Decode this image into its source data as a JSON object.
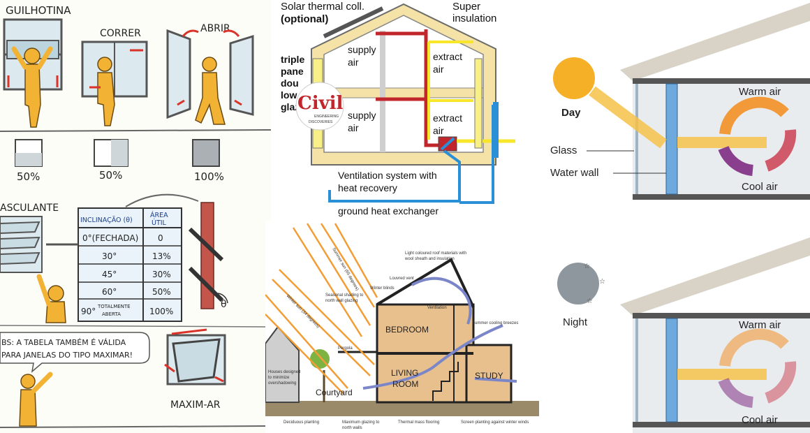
{
  "windows_panel": {
    "guilhotina": "GUILHOTINA",
    "correr": "CORRER",
    "abrir": "ABRIR",
    "pct_guilhotina": "50%",
    "pct_correr": "50%",
    "pct_abrir": "100%",
    "basculante": "ASCULANTE",
    "table": {
      "header_col1": "INCLINAÇÃO (θ)",
      "header_col2_line1": "ÁREA",
      "header_col2_line2": "ÚTIL",
      "rows": [
        {
          "angle": "0°(FECHADA)",
          "area": "0"
        },
        {
          "angle": "30°",
          "area": "13%"
        },
        {
          "angle": "45°",
          "area": "30%"
        },
        {
          "angle": "60°",
          "area": "50%"
        },
        {
          "angle": "90°",
          "angle_note_1": "TOTALMENTE",
          "angle_note_2": "ABERTA",
          "area": "100%"
        }
      ]
    },
    "theta": "θ",
    "note_line1": "BS: A TABELA TAMBÉM É VÁLIDA",
    "note_line2": "PARA JANELAS DO TIPO MAXIMAR!",
    "maximar": "MAXIM-AR"
  },
  "ventilation_panel": {
    "solar_line1": "Solar thermal coll.",
    "solar_line2": "(optional)",
    "insulation_line1": "Super",
    "insulation_line2": "insulation",
    "triple_1": "triple",
    "triple_2": "pane",
    "triple_3": "dou",
    "triple_4": "low",
    "triple_5": "glaz",
    "supply_upper_1": "supply",
    "supply_upper_2": "air",
    "extract_upper_1": "extract",
    "extract_upper_2": "air",
    "supply_lower_1": "supply",
    "supply_lower_2": "air",
    "extract_lower_1": "extract",
    "extract_lower_2": "air",
    "vent_line1": "Ventilation system with",
    "vent_line2": "heat recovery",
    "ground": "ground heat exchanger",
    "logo_text": "Civil",
    "logo_sub1": "ENGINEERING",
    "logo_sub2": "DISCOVERIES"
  },
  "section_panel": {
    "summer_sun": "Summer sun (65 degrees)",
    "winter_sun": "Winter sun (34 degrees)",
    "roof_note_1": "Light coloured roof materials with",
    "roof_note_2": "wool sheath and insulation",
    "louvred_vent": "Louvred vent",
    "winter_blinds": "Winter blinds",
    "seasonal_1": "Seasonal shading to",
    "seasonal_2": "north wall glazing",
    "ventilation": "Ventilation",
    "summer_breezes": "Summer cooling breezes",
    "bedroom": "BEDROOM",
    "living_1": "LIVING",
    "living_2": "ROOM",
    "study": "STUDY",
    "pergola": "Pergola",
    "houses_1": "Houses designed",
    "houses_2": "to minimize",
    "houses_3": "overshadowing",
    "courtyard": "Courtyard",
    "deciduous": "Deciduous planting",
    "max_glazing_1": "Maximum glazing to",
    "max_glazing_2": "north walls",
    "thermal_mass": "Thermal mass flooring",
    "screen_planting": "Screen planting against winter winds"
  },
  "waterwall_panel": {
    "day": "Day",
    "night": "Night",
    "glass": "Glass",
    "water_wall": "Water wall",
    "warm_air_top": "Warm air",
    "cool_air_top": "Cool air",
    "warm_air_bottom": "Warm air",
    "cool_air_bottom": "Cool air"
  },
  "colors": {
    "sketch_figure": "#f2b233",
    "red_duct": "#c0262b",
    "blue_duct": "#2a8fd6",
    "yellow_duct": "#f7e629",
    "insulation": "#f4e2a6",
    "sun_ray": "#f29d35",
    "wood": "#e8c08e",
    "breeze": "#7b86c9",
    "water": "#6ea9dd",
    "warm": "#f29a3a",
    "cool": "#8a3f8e"
  }
}
